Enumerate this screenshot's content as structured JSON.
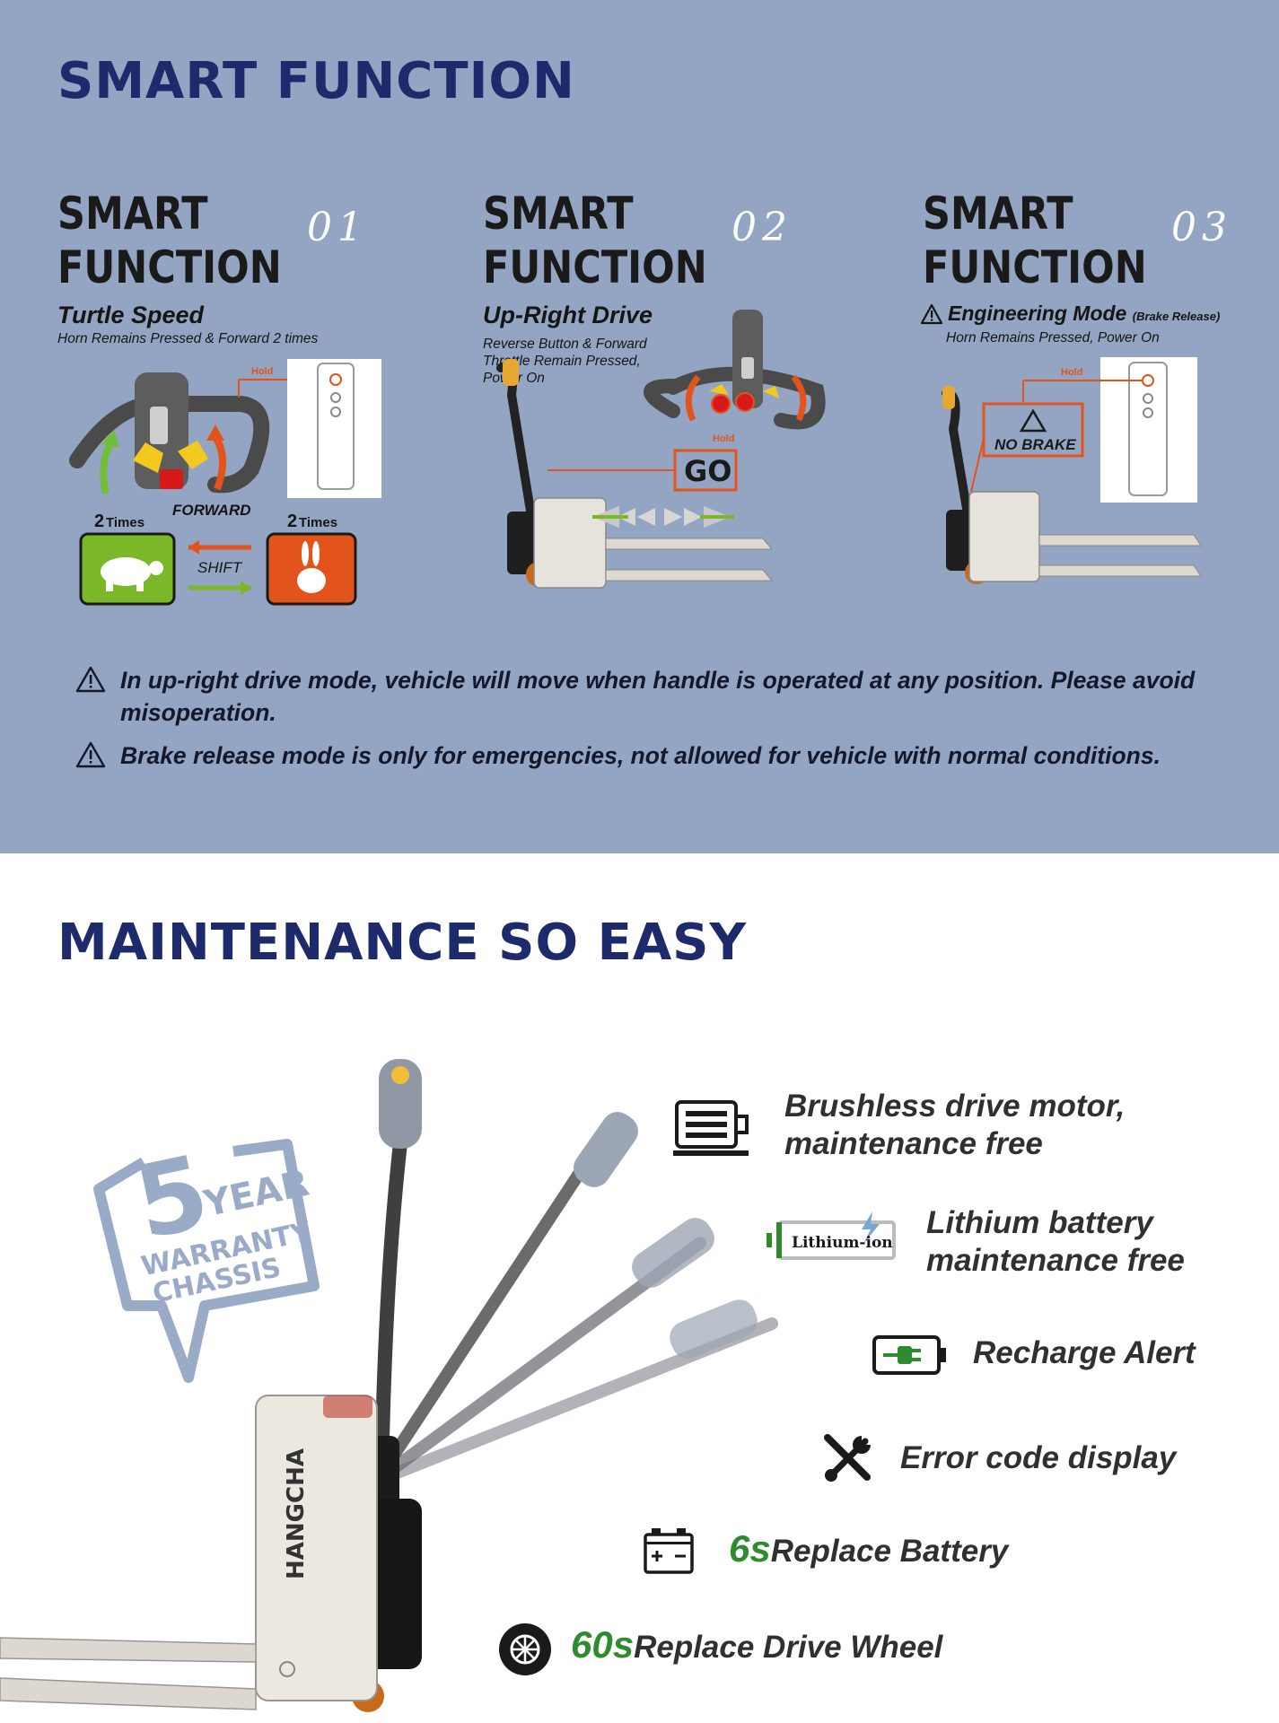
{
  "smart": {
    "title": "SMART FUNCTION",
    "functions": [
      {
        "head1": "SMART",
        "head2": "FUNCTION",
        "num": "01",
        "name": "Turtle Speed",
        "desc": "Horn Remains Pressed & Forward 2 times"
      },
      {
        "head1": "SMART",
        "head2": "FUNCTION",
        "num": "02",
        "name": "Up-Right Drive",
        "desc": [
          "Reverse Button & Forward",
          "Throttle Remain Pressed,",
          "Power On"
        ]
      },
      {
        "head1": "SMART",
        "head2": "FUNCTION",
        "num": "03",
        "name": "Engineering Mode",
        "name_note": "(Brake Release)",
        "desc": "Horn Remains Pressed, Power On"
      }
    ],
    "diagram_labels": {
      "hold": "Hold",
      "forward": "FORWARD",
      "times_num": "2",
      "times": "Times",
      "shift": "SHIFT",
      "go": "GO",
      "no_brake": "NO BRAKE"
    },
    "warnings": [
      [
        "In up-right drive mode, vehicle will move when handle is operated at any position. Please avoid",
        "misoperation."
      ],
      "Brake release mode is only for emergencies, not allowed for vehicle with normal conditions."
    ]
  },
  "maintenance": {
    "title": "MAINTENANCE SO EASY",
    "warranty": {
      "years": "5",
      "year": "YEAR",
      "l1": "WARRANTY",
      "l2": "CHASSIS"
    },
    "brand": "HANGCHA",
    "battery_label": "Lithium-ion",
    "features": [
      {
        "icon": "motor-icon",
        "lines": [
          "Brushless drive motor,",
          "maintenance free"
        ]
      },
      {
        "icon": "lithium-battery-icon",
        "lines": [
          "Lithium battery",
          "maintenance free"
        ]
      },
      {
        "icon": "recharge-battery-icon",
        "text": "Recharge Alert"
      },
      {
        "icon": "wrench-screwdriver-icon",
        "text": "Error code display"
      },
      {
        "icon": "battery-icon",
        "highlight": "6s",
        "text": "Replace Battery"
      },
      {
        "icon": "wheel-icon",
        "highlight": "60s",
        "text": "Replace Drive Wheel"
      }
    ]
  },
  "colors": {
    "panel": "#93a5c3",
    "title": "#1d2a6b",
    "orange": "#e2541b",
    "green": "#7ab82a",
    "highlight": "#2e8b2e"
  }
}
